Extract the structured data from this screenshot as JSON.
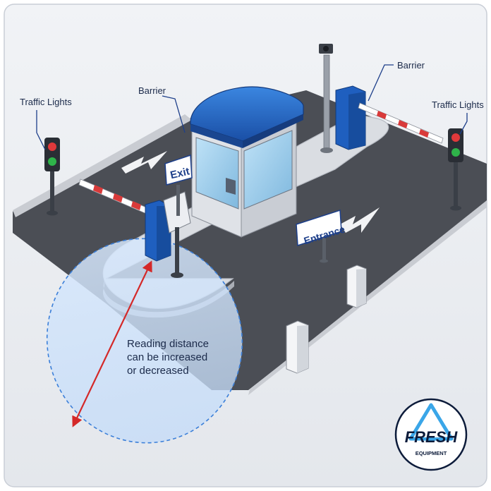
{
  "labels": {
    "traffic_lights_left": "Traffic Lights",
    "traffic_lights_right": "Traffic Lights",
    "barrier_left": "Barrier",
    "barrier_right": "Barrier",
    "exit_sign": "Exit",
    "entrance_sign": "Entrance",
    "reading_distance": [
      "Reading distance",
      "can be increased",
      "or decreased"
    ]
  },
  "logo": {
    "name": "FRESH",
    "tagline": "EQUIPMENT"
  },
  "colors": {
    "road": "#4a4d53",
    "island": "#d8dbe0",
    "booth_roof": "#1f5fbf",
    "barrier_body": "#1f5fbf",
    "boom_stripe": "#d93a3a",
    "zone_fill": "#cfe2fb",
    "zone_stroke": "#3b7fd9",
    "arrow": "#d42828",
    "logo_accent": "#3aa6e8"
  }
}
